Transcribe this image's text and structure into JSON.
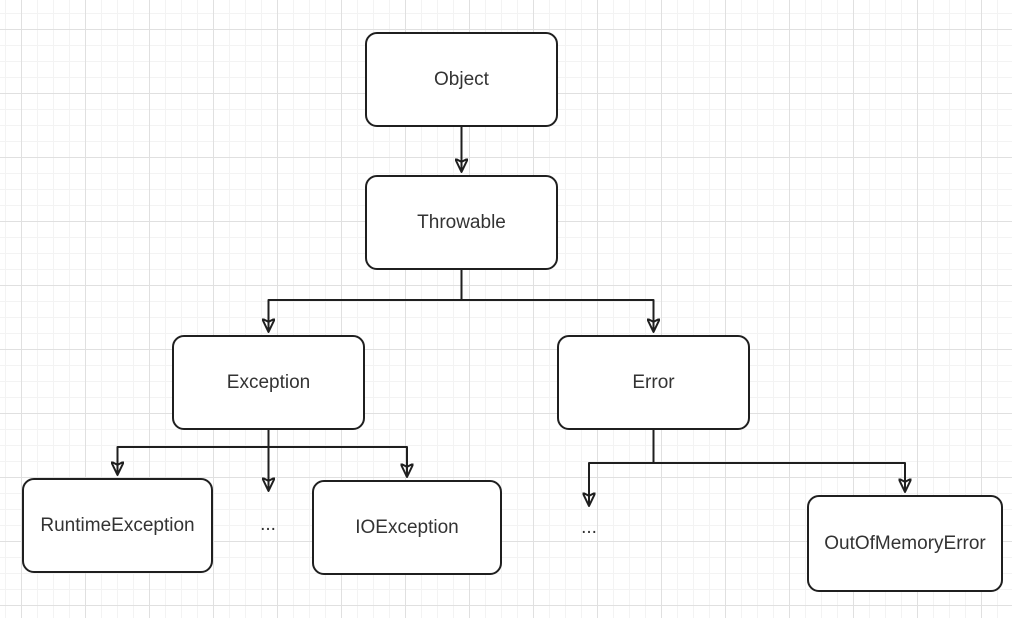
{
  "diagram": {
    "nodes": {
      "object": {
        "label": "Object"
      },
      "throwable": {
        "label": "Throwable"
      },
      "exception": {
        "label": "Exception"
      },
      "error": {
        "label": "Error"
      },
      "runtime_exception": {
        "label": "RuntimeException"
      },
      "exception_more": {
        "label": "..."
      },
      "io_exception": {
        "label": "IOException"
      },
      "error_more": {
        "label": "..."
      },
      "out_of_memory_error": {
        "label": "OutOfMemoryError"
      }
    },
    "edges": [
      {
        "from": "Object",
        "to": "Throwable"
      },
      {
        "from": "Throwable",
        "to": "Exception"
      },
      {
        "from": "Throwable",
        "to": "Error"
      },
      {
        "from": "Exception",
        "to": "RuntimeException"
      },
      {
        "from": "Exception",
        "to": "..."
      },
      {
        "from": "Exception",
        "to": "IOException"
      },
      {
        "from": "Error",
        "to": "..."
      },
      {
        "from": "Error",
        "to": "OutOfMemoryError"
      }
    ],
    "colors": {
      "background": "#ffffff",
      "grid_minor": "#f3f3f3",
      "grid_major": "#e0e0e0",
      "node_fill": "#ffffff",
      "node_border": "#1f1f1f",
      "connector": "#1f1f1f",
      "text": "#333333"
    }
  }
}
